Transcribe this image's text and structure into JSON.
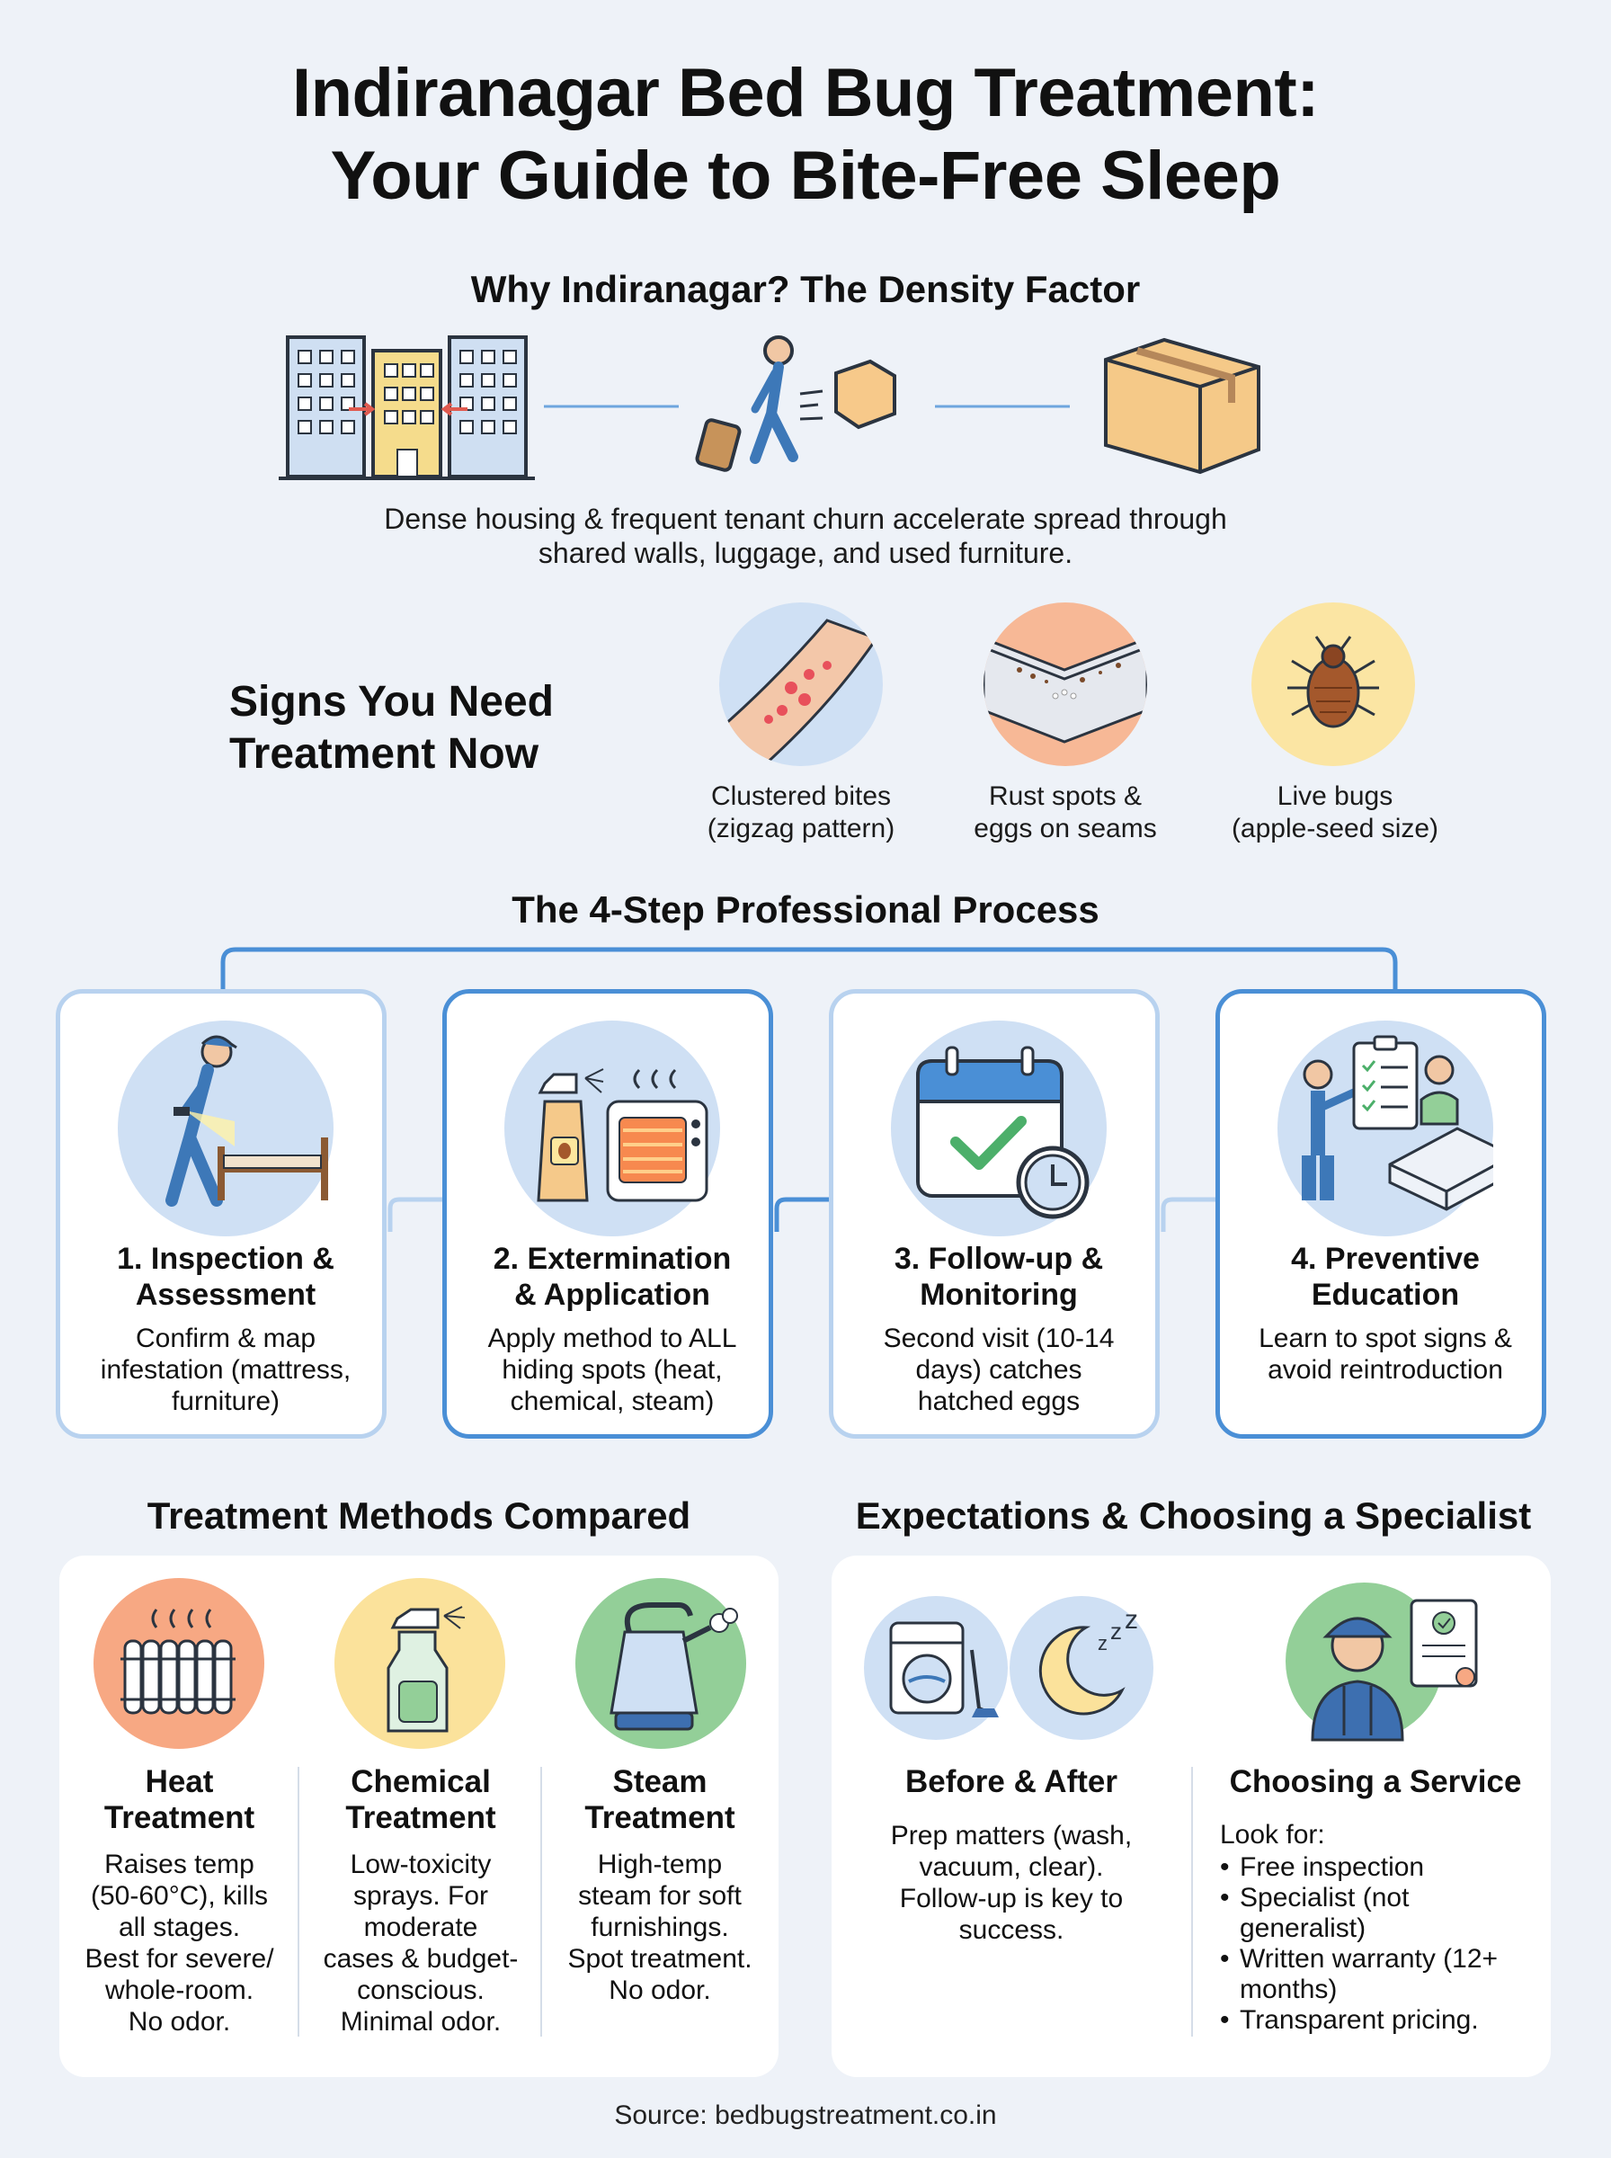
{
  "title": {
    "line1": "Indiranagar Bed Bug Treatment:",
    "line2": "Your Guide to Bite-Free Sleep"
  },
  "density": {
    "heading": "Why Indiranagar? The Density Factor",
    "caption_line1": "Dense housing & frequent tenant churn accelerate spread through",
    "caption_line2": "shared walls, luggage, and used furniture."
  },
  "signs": {
    "heading_line1": "Signs You Need",
    "heading_line2": "Treatment Now",
    "items": [
      {
        "line1": "Clustered bites",
        "line2": "(zigzag pattern)",
        "icon": "bites-on-arm-icon"
      },
      {
        "line1": "Rust spots &",
        "line2": "eggs on seams",
        "icon": "mattress-seam-icon"
      },
      {
        "line1": "Live bugs",
        "line2": "(apple-seed size)",
        "icon": "bed-bug-icon"
      }
    ]
  },
  "process": {
    "heading": "The 4-Step Professional Process",
    "steps": [
      {
        "title_line1": "1. Inspection &",
        "title_line2": "Assessment",
        "desc": [
          "Confirm & map",
          "infestation (mattress,",
          "furniture)"
        ]
      },
      {
        "title_line1": "2. Extermination",
        "title_line2": "& Application",
        "desc": [
          "Apply method to ALL",
          "hiding spots (heat,",
          "chemical, steam)"
        ]
      },
      {
        "title_line1": "3. Follow-up &",
        "title_line2": "Monitoring",
        "desc": [
          "Second visit (10-14",
          "days) catches",
          "hatched eggs"
        ]
      },
      {
        "title_line1": "4. Preventive",
        "title_line2": "Education",
        "desc": [
          "Learn to spot signs &",
          "avoid reintroduction",
          ""
        ]
      }
    ]
  },
  "methods": {
    "heading": "Treatment Methods Compared",
    "items": [
      {
        "title_line1": "Heat",
        "title_line2": "Treatment",
        "desc": [
          "Raises temp",
          "(50-60°C), kills",
          "all stages.",
          "Best for severe/",
          "whole-room.",
          "No odor."
        ]
      },
      {
        "title_line1": "Chemical",
        "title_line2": "Treatment",
        "desc": [
          "Low-toxicity",
          "sprays. For",
          "moderate",
          "cases & budget-",
          "conscious.",
          "Minimal odor."
        ]
      },
      {
        "title_line1": "Steam",
        "title_line2": "Treatment",
        "desc": [
          "High-temp",
          "steam for soft",
          "furnishings.",
          "Spot treatment.",
          "No odor.",
          ""
        ]
      }
    ]
  },
  "expectations": {
    "heading": "Expectations & Choosing a Specialist",
    "before_after": {
      "title": "Before & After",
      "desc": [
        "Prep matters (wash,",
        "vacuum, clear).",
        "Follow-up is key to",
        "success."
      ]
    },
    "choosing": {
      "title": "Choosing a Service",
      "lead": "Look for:",
      "bullets": [
        "Free inspection",
        "Specialist (not generalist)",
        "Written warranty (12+ months)",
        "Transparent pricing."
      ]
    }
  },
  "source": "Source: bedbugstreatment.co.in",
  "colors": {
    "background": "#eef2f8",
    "accent_blue": "#4a8fd6",
    "light_blue": "#b8d2ef",
    "heat_orange": "#f7a883",
    "chemical_yellow": "#fbe29b",
    "steam_green": "#93cf98"
  }
}
